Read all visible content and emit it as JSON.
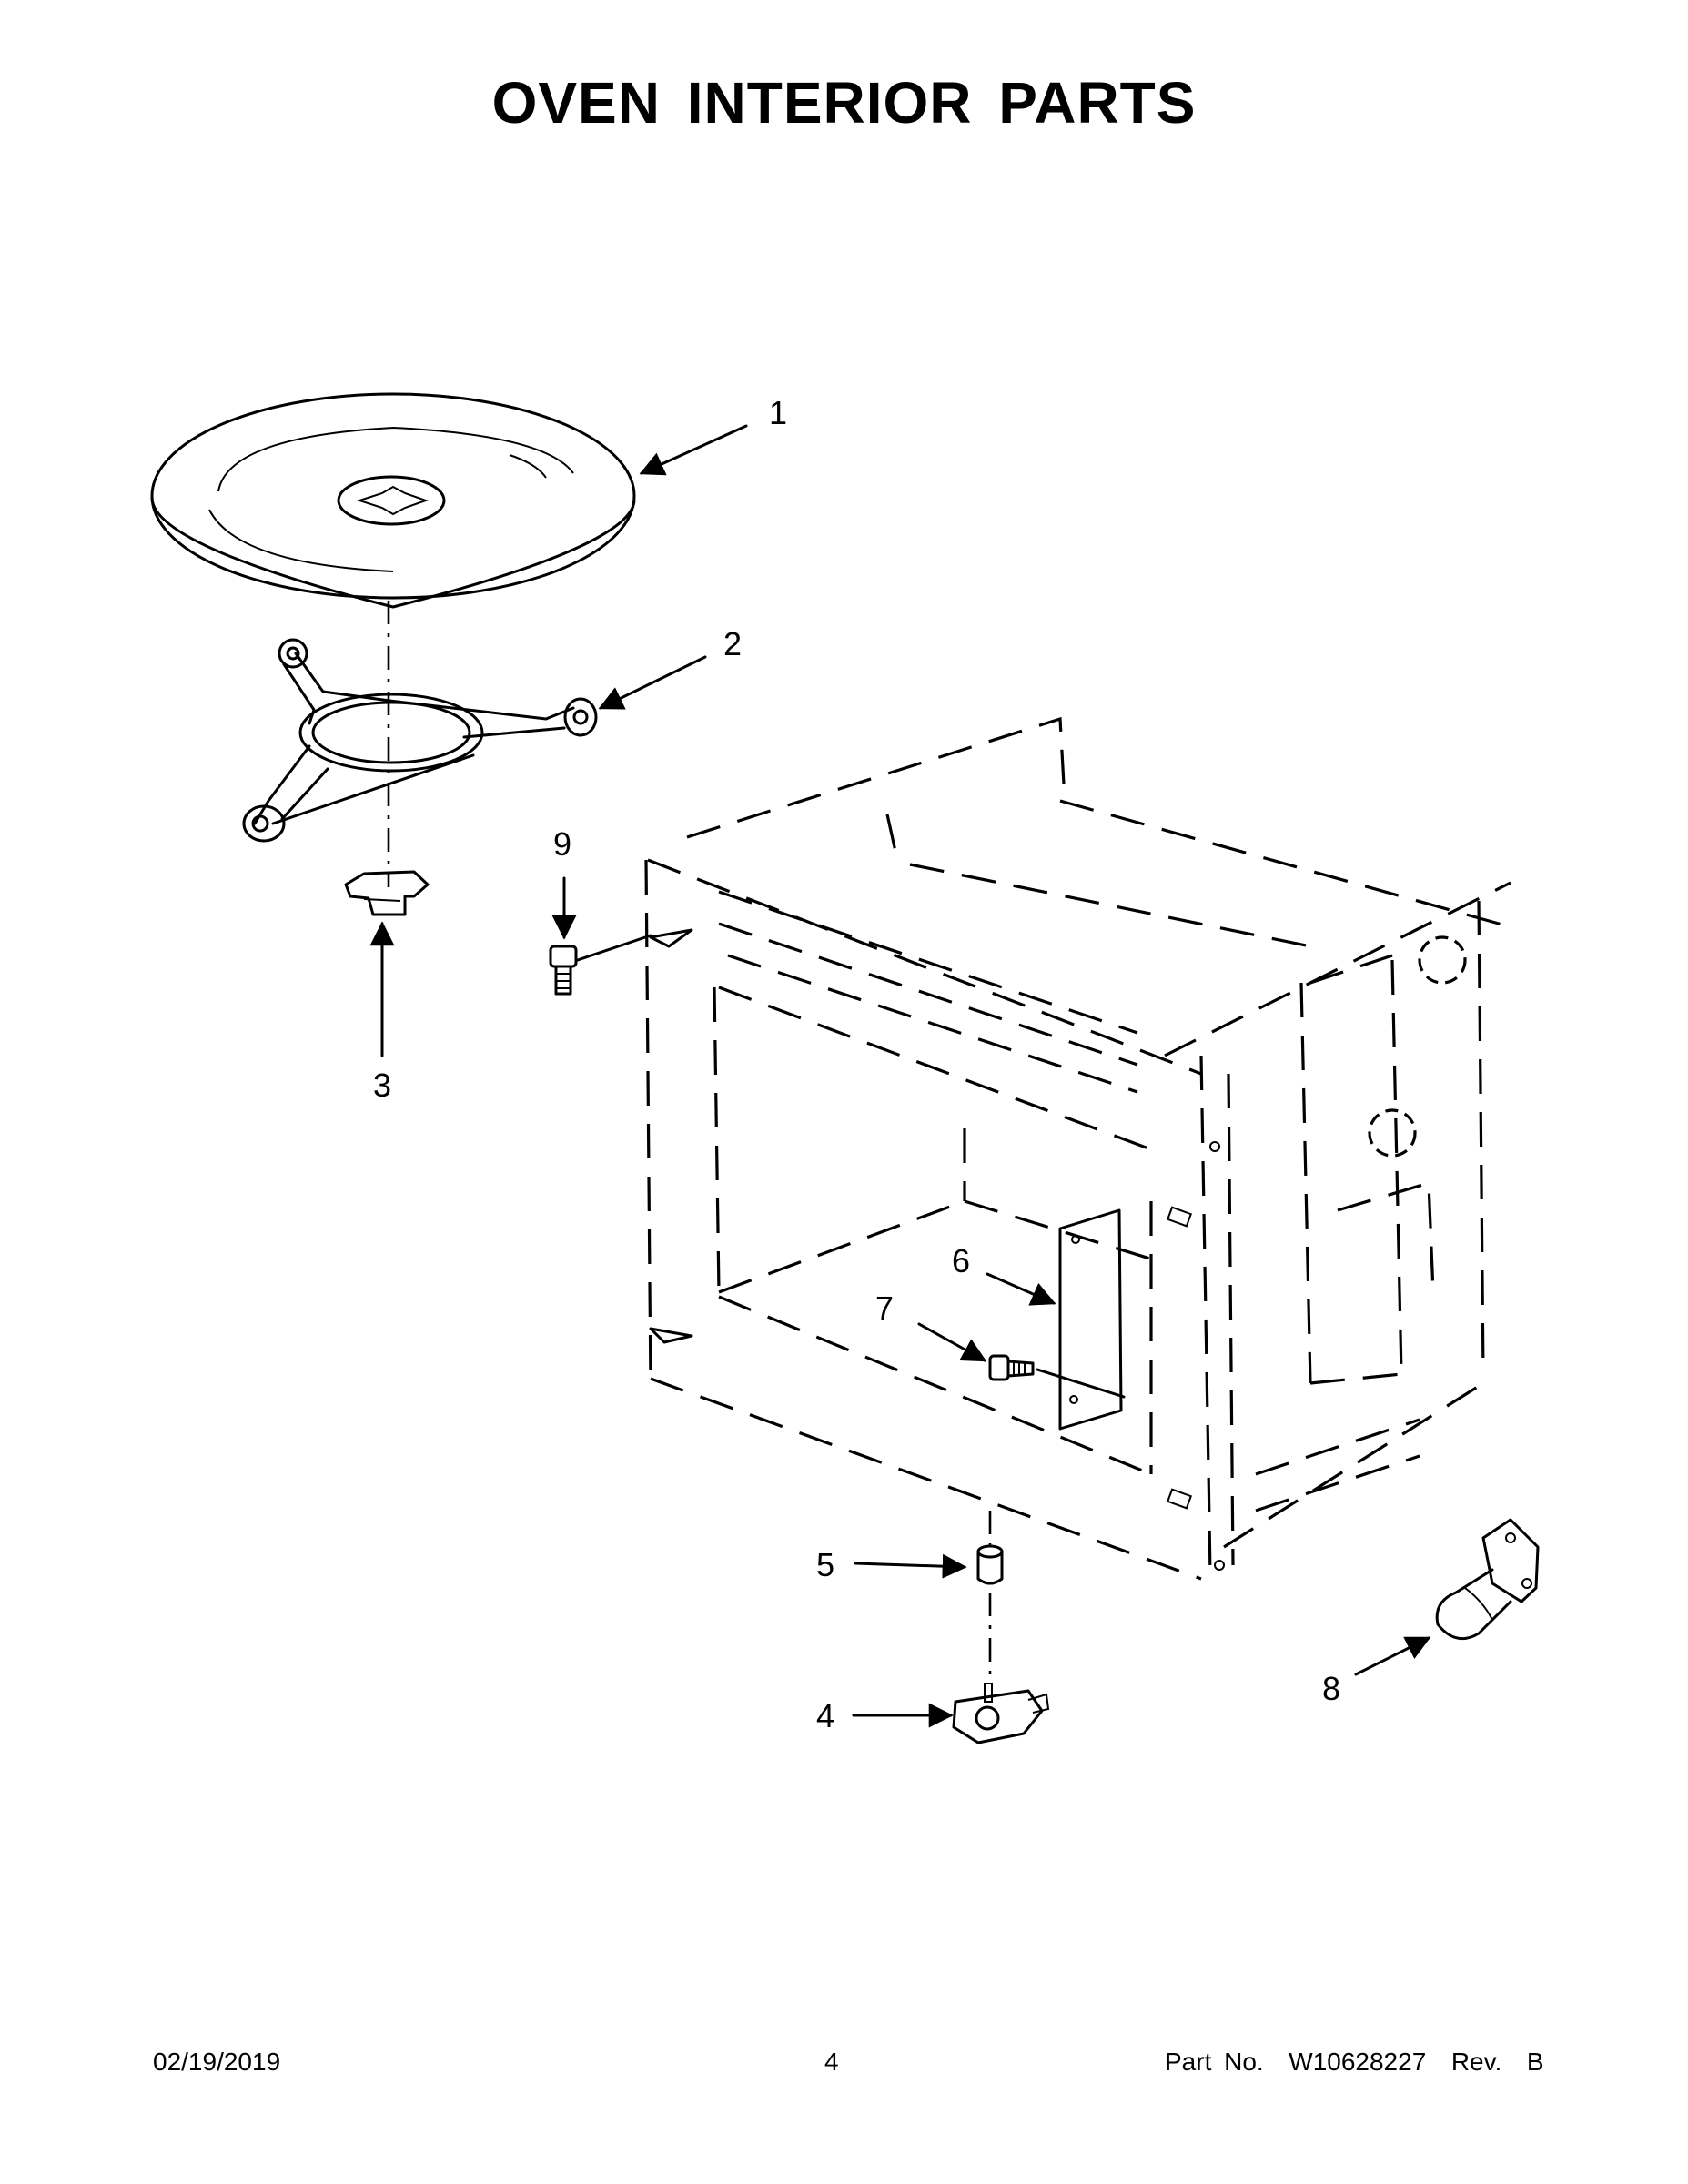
{
  "title": "OVEN INTERIOR PARTS",
  "callouts": [
    {
      "id": "1",
      "label": "1"
    },
    {
      "id": "2",
      "label": "2"
    },
    {
      "id": "3",
      "label": "3"
    },
    {
      "id": "4",
      "label": "4"
    },
    {
      "id": "5",
      "label": "5"
    },
    {
      "id": "6",
      "label": "6"
    },
    {
      "id": "7",
      "label": "7"
    },
    {
      "id": "8",
      "label": "8"
    },
    {
      "id": "9",
      "label": "9"
    }
  ],
  "parts": [
    {
      "callout": "1",
      "icon": "turntable-tray-icon"
    },
    {
      "callout": "2",
      "icon": "roller-ring-icon"
    },
    {
      "callout": "3",
      "icon": "coupler-icon"
    },
    {
      "callout": "4",
      "icon": "turntable-motor-icon"
    },
    {
      "callout": "5",
      "icon": "spacer-icon"
    },
    {
      "callout": "6",
      "icon": "cover-plate-icon"
    },
    {
      "callout": "7",
      "icon": "screw-icon"
    },
    {
      "callout": "8",
      "icon": "light-bulb-icon"
    },
    {
      "callout": "9",
      "icon": "screw-icon"
    }
  ],
  "cavity_icon": "oven-cavity-icon",
  "footer": {
    "date": "02/19/2019",
    "page": "4",
    "part_no": "Part No.  W10628227  Rev.  B"
  }
}
